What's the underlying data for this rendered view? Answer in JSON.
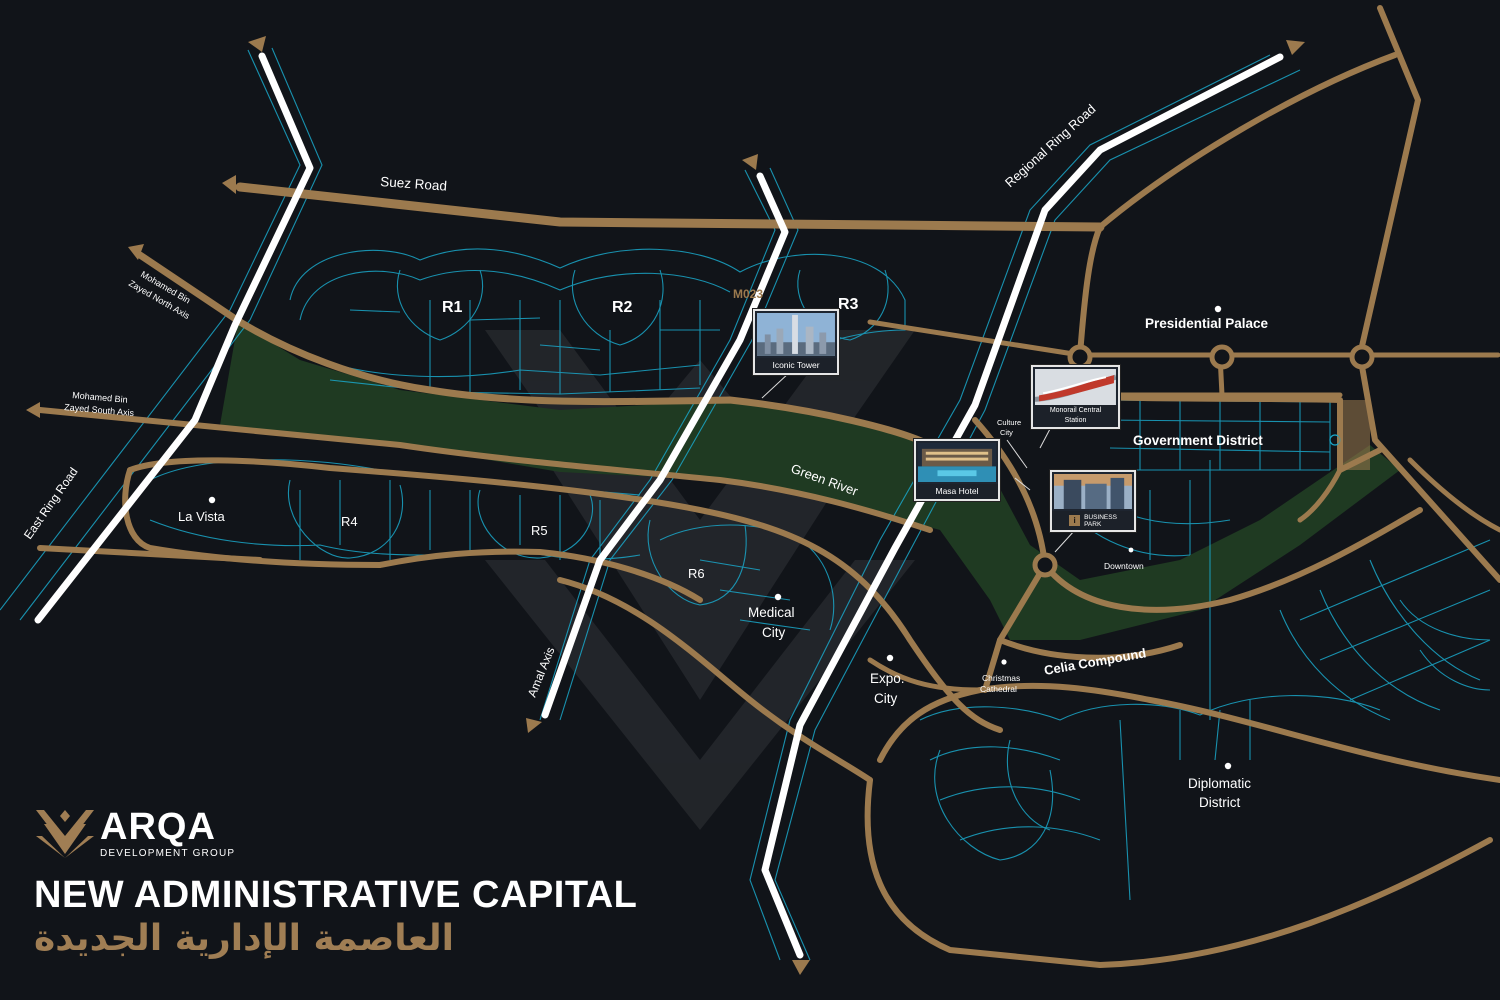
{
  "map": {
    "roads": {
      "suez_road": "Suez Road",
      "regional_ring_road": "Regional Ring Road",
      "east_ring_road": "East Ring Road",
      "mbz_north_axis_1": "Mohamed Bin",
      "mbz_north_axis_2": "Zayed North Axis",
      "mbz_south_axis_1": "Mohamed Bin",
      "mbz_south_axis_2": "Zayed South Axis",
      "amal_axis": "Amal Axis",
      "green_river": "Green River",
      "celia_compound": "Celia Compound",
      "m023": "M023"
    },
    "districts": {
      "r1": "R1",
      "r2": "R2",
      "r3": "R3",
      "r4": "R4",
      "r5": "R5",
      "r6": "R6",
      "la_vista": "La Vista",
      "medical_city_1": "Medical",
      "medical_city_2": "City",
      "expo_city_1": "Expo.",
      "expo_city_2": "City",
      "presidential_palace": "Presidential Palace",
      "government_district": "Government District",
      "culture_city_1": "Culture",
      "culture_city_2": "City",
      "downtown": "Downtown",
      "christmas_cathedral_1": "Christmas",
      "christmas_cathedral_2": "Cathedral",
      "diplomatic_district_1": "Diplomatic",
      "diplomatic_district_2": "District"
    },
    "landmarks": {
      "iconic_tower": "Iconic Tower",
      "monorail_station_1": "Monorail Central",
      "monorail_station_2": "Station",
      "masa_hotel": "Masa Hotel",
      "business_park_1": "BUSINESS",
      "business_park_2": "PARK"
    },
    "colors": {
      "background": "#111419",
      "road_gold": "#9c7a4e",
      "street_blue": "#1aa7c9",
      "highway_white": "#ffffff",
      "green_river": "#1f3a22"
    }
  },
  "brand": {
    "name": "ARQA",
    "subtitle": "DEVELOPMENT GROUP",
    "title_en": "NEW ADMINISTRATIVE CAPITAL",
    "title_ar": "العاصمة الإدارية الجديدة"
  }
}
